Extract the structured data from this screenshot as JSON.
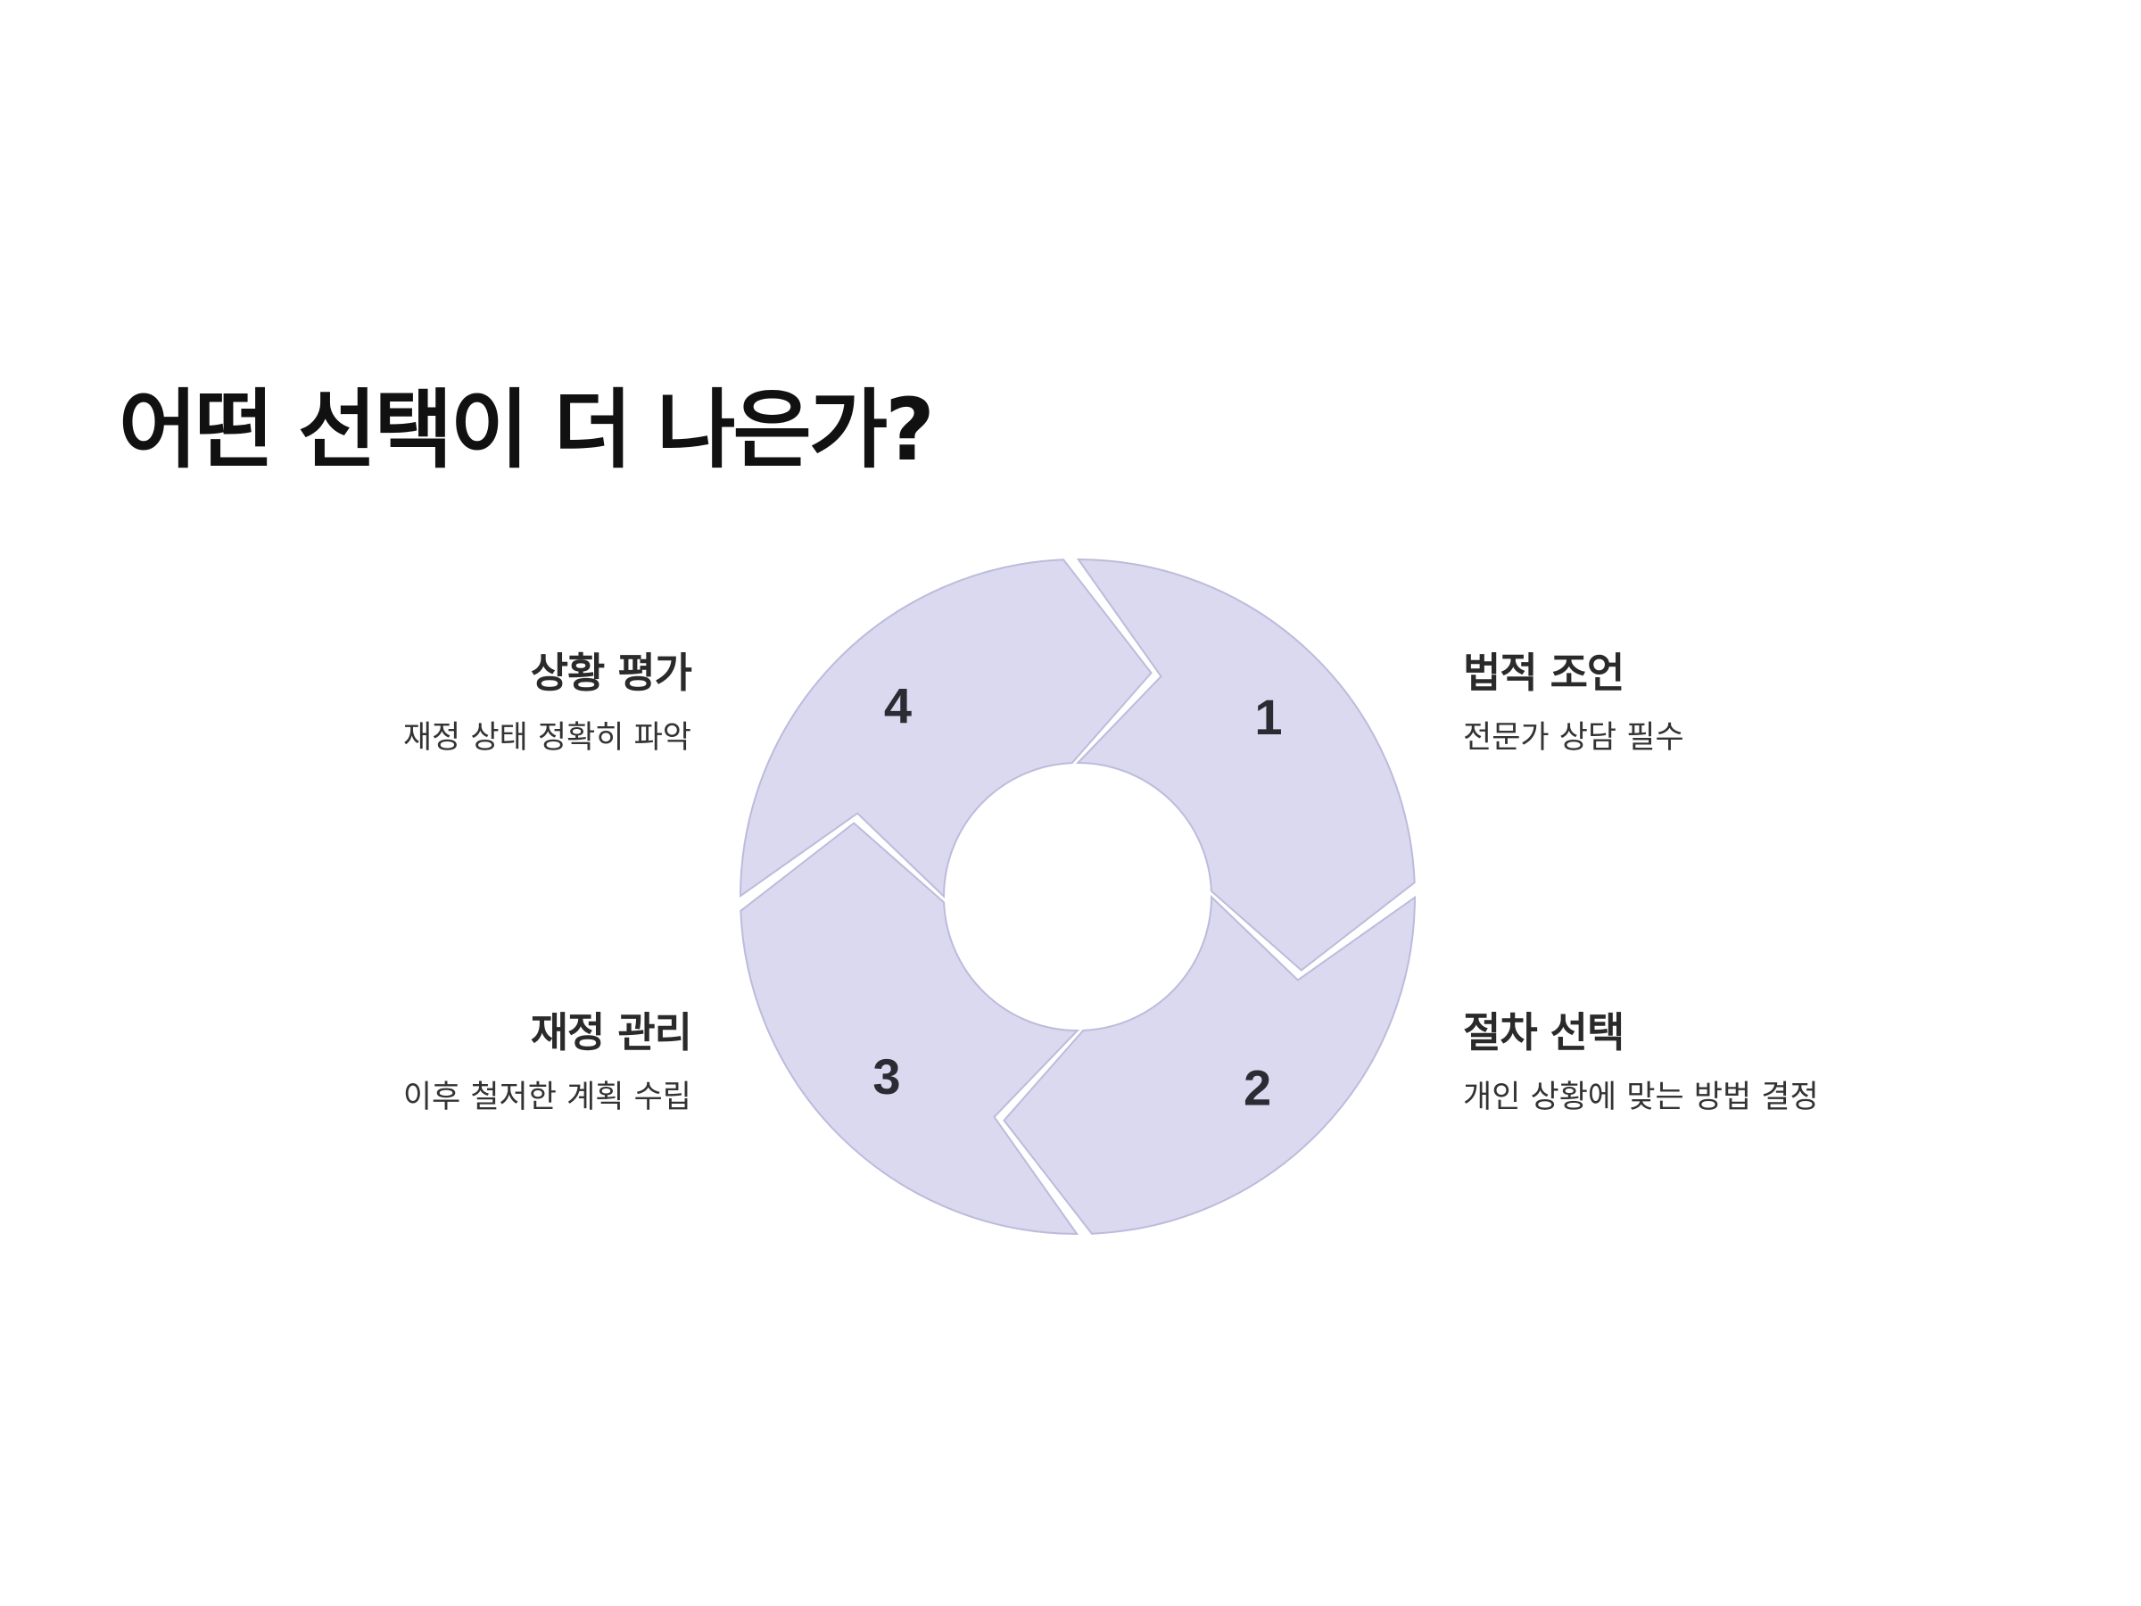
{
  "title": "어떤 선택이 더 나은가?",
  "colors": {
    "segment_fill": "#dad9ef",
    "segment_stroke": "#bdbbdc",
    "number_color": "#2b2b33",
    "background": "#ffffff"
  },
  "steps": [
    {
      "number": "1",
      "title": "상황 평가",
      "description": "재정 상태 정확히 파악"
    },
    {
      "number": "2",
      "title": "법적 조언",
      "description": "전문가 상담 필수"
    },
    {
      "number": "3",
      "title": "절차 선택",
      "description": "개인 상황에 맞는 방법 결정"
    },
    {
      "number": "4",
      "title": "재정 관리",
      "description": "이후 철저한 계획 수립"
    }
  ]
}
